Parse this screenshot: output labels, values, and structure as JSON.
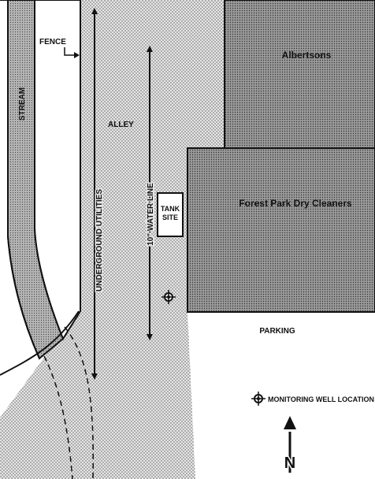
{
  "map": {
    "labels": {
      "fence": "FENCE",
      "stream": "STREAM",
      "alley": "ALLEY",
      "underground_utilities": "UNDERGROUND UTILITIES",
      "water_line": "10\" WATER LINE",
      "tank_site_line1": "TANK",
      "tank_site_line2": "SITE",
      "albertsons": "Albertsons",
      "dry_cleaners": "Forest Park Dry Cleaners",
      "parking": "PARKING"
    },
    "legend": {
      "monitoring_well": "MONITORING WELL LOCATION"
    },
    "north_arrow": "N",
    "colors": {
      "building_fill": "#9a9a9a",
      "stream_fill": "#b4b4b4",
      "alley_fill": "#d6d6d6",
      "line": "#111111"
    },
    "icons": {
      "monitoring_well": "crosshair-circle-icon",
      "north_arrow": "north-arrow-icon"
    }
  }
}
